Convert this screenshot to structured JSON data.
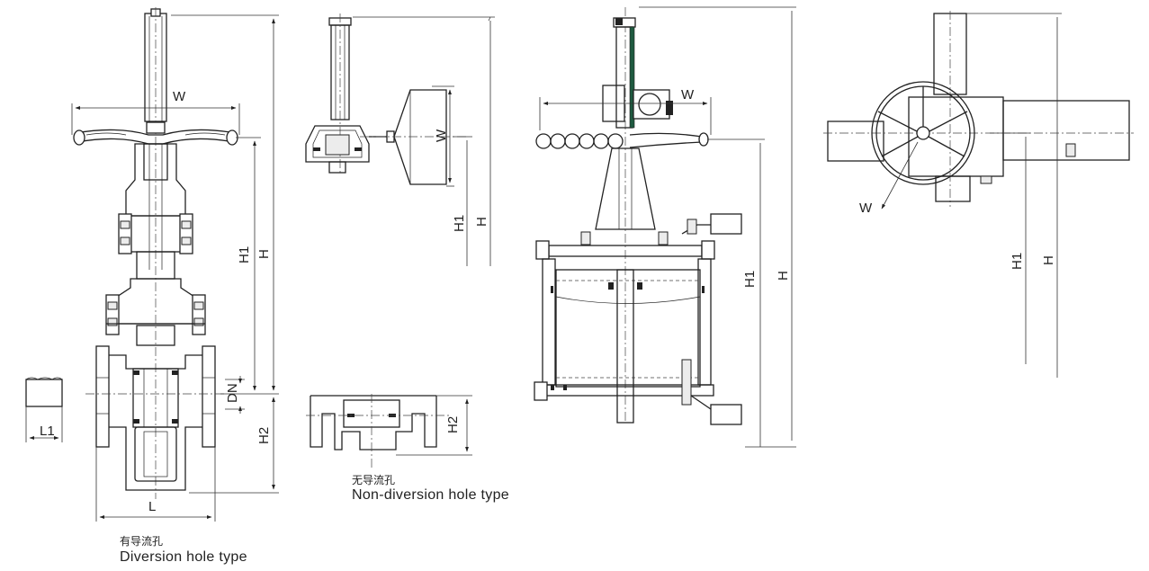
{
  "labels": {
    "W": "W",
    "H": "H",
    "H1": "H1",
    "H2": "H2",
    "L": "L",
    "L1": "L1",
    "DN": "DN"
  },
  "captions": {
    "diversion_cn": "有导流孔",
    "diversion_en": "Diversion hole type",
    "non_diversion_cn": "无导流孔",
    "non_diversion_en": "Non-diversion hole type"
  }
}
